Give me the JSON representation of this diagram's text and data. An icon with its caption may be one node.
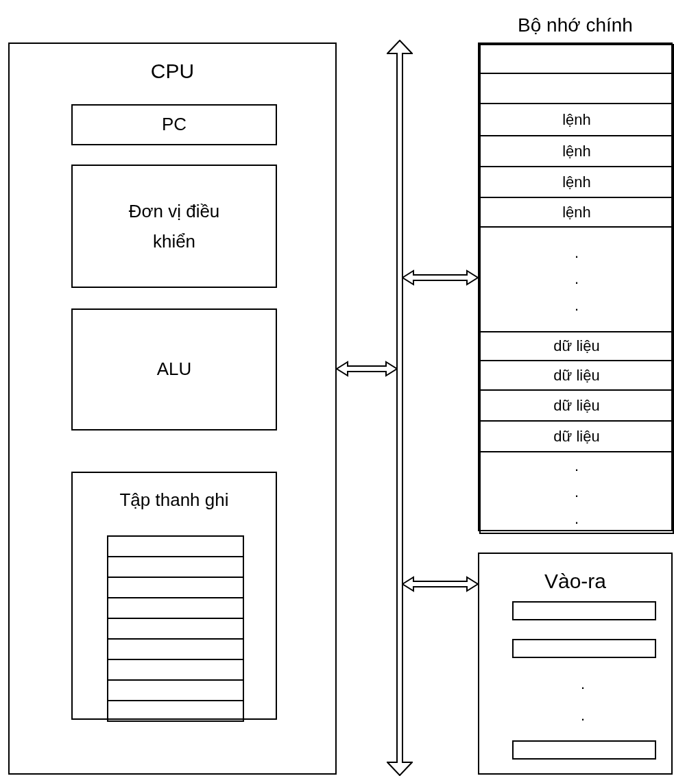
{
  "diagram": {
    "nodes": [
      {
        "text": [
          "CPU"
        ]
      },
      {
        "text": [
          "PC"
        ],
        "in": 0
      },
      {
        "text": [
          "Đơn vị điều khiển"
        ],
        "in": 0
      },
      {
        "text": [
          "ALU"
        ],
        "in": 0
      },
      {
        "text": [
          "Tập thanh ghi"
        ],
        "in": 0
      },
      {
        "text": [],
        "shape": "box",
        "in": 4
      },
      {
        "text": [],
        "shape": "box",
        "in": 4
      },
      {
        "text": [],
        "shape": "box",
        "in": 4
      },
      {
        "text": [],
        "shape": "box",
        "in": 4
      },
      {
        "text": [],
        "shape": "box",
        "in": 4
      },
      {
        "text": [],
        "shape": "box",
        "in": 4
      },
      {
        "text": [],
        "shape": "box",
        "in": 4
      },
      {
        "text": [],
        "shape": "box",
        "in": 4
      },
      {
        "text": [],
        "shape": "box",
        "in": 4
      },
      {
        "text": [],
        "shape": "bar"
      },
      {
        "text": [
          "Bộ nhớ chính"
        ]
      },
      {
        "text": [],
        "shape": "box",
        "in": 15
      },
      {
        "text": [],
        "shape": "box",
        "in": 15
      },
      {
        "text": [
          "lệnh"
        ],
        "in": 15
      },
      {
        "text": [
          "lệnh"
        ],
        "in": 15
      },
      {
        "text": [
          "lệnh"
        ],
        "in": 15
      },
      {
        "text": [
          "lệnh"
        ],
        "in": 15
      },
      {
        "text": [
          ". . ."
        ],
        "in": 15
      },
      {
        "text": [
          "dữ liệu"
        ],
        "in": 15
      },
      {
        "text": [
          "dữ liệu"
        ],
        "in": 15
      },
      {
        "text": [
          "dữ liệu"
        ],
        "in": 15
      },
      {
        "text": [
          "dữ liệu"
        ],
        "in": 15
      },
      {
        "text": [
          ". . ."
        ],
        "in": 15
      },
      {
        "text": [
          "Vào-ra"
        ]
      },
      {
        "text": [],
        "shape": "box",
        "in": 28
      },
      {
        "text": [],
        "shape": "box",
        "in": 28
      },
      {
        "text": [],
        "shape": "box",
        "in": 28
      }
    ],
    "edges": [
      {
        "from": 0,
        "to": 14,
        "arrow": "both"
      },
      {
        "from": 14,
        "to": 15,
        "arrow": "both"
      },
      {
        "from": 14,
        "to": 28,
        "arrow": "both"
      }
    ],
    "labels": [
      ". ."
    ]
  }
}
